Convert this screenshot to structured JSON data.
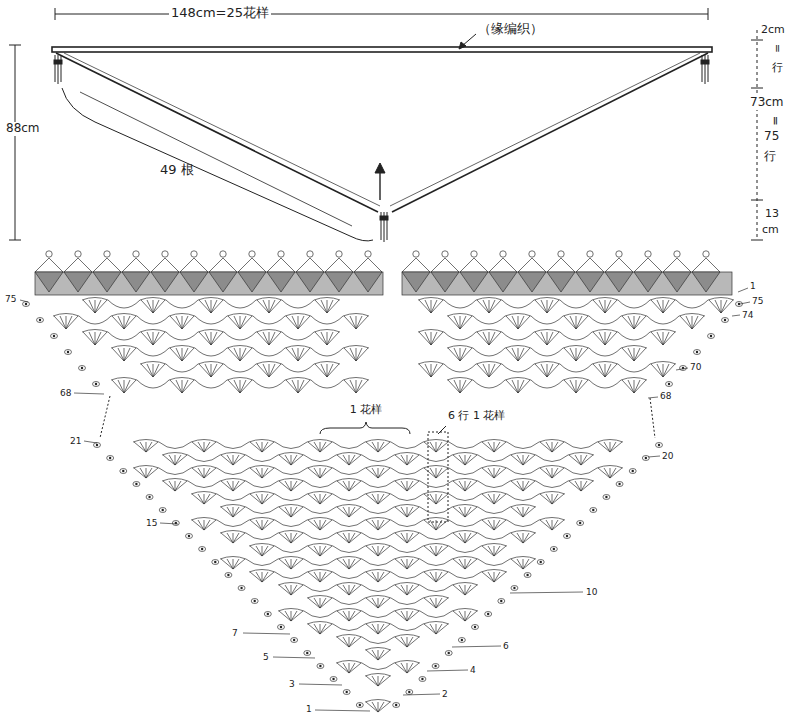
{
  "diagram": {
    "labels": [
      "148cm=25花样",
      "（缘编织）",
      "88cm",
      "49 根",
      "2cm",
      "=",
      "行",
      "73cm",
      "=",
      "75",
      "行",
      "13",
      "cm",
      "75",
      "1",
      "75",
      "74",
      "70",
      "68",
      "68",
      "1 花样",
      "6 行 1 花样",
      "21",
      "20",
      "15",
      "10",
      "7",
      "6",
      "5",
      "4",
      "3",
      "2",
      "1"
    ]
  }
}
